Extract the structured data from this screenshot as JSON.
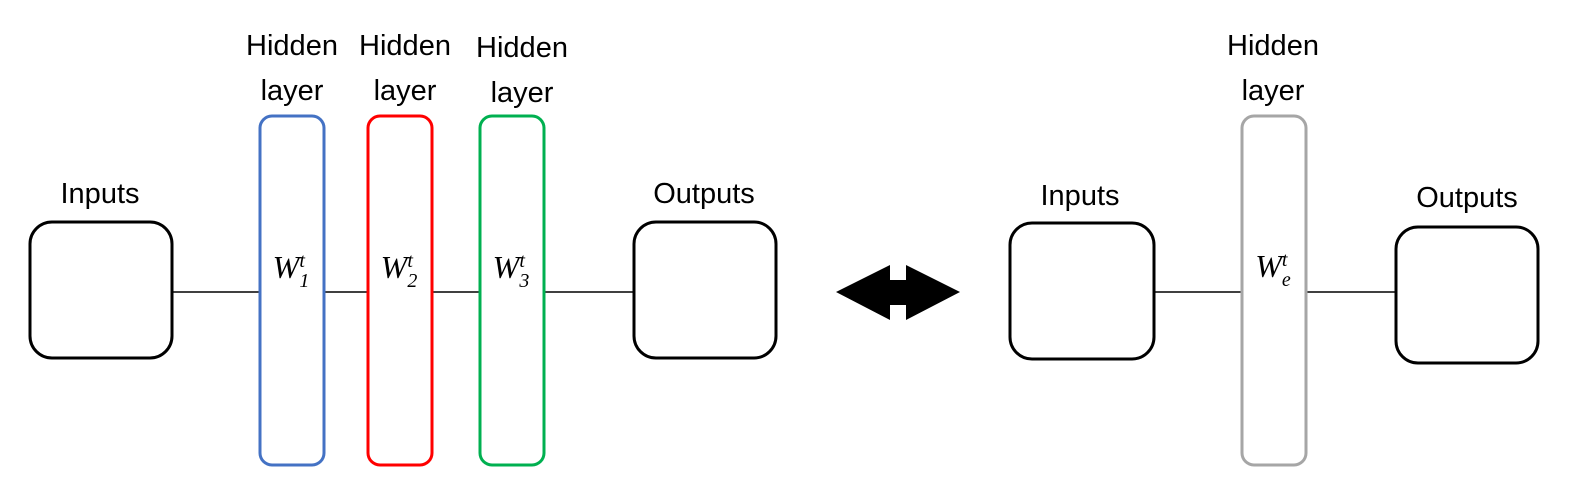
{
  "left": {
    "inputs_label": "Inputs",
    "outputs_label": "Outputs",
    "layers": [
      {
        "title_line1": "Hidden",
        "title_line2": "layer",
        "weight_base": "W",
        "weight_sup": "t",
        "weight_sub": "1",
        "color": "#4472c4"
      },
      {
        "title_line1": "Hidden",
        "title_line2": "layer",
        "weight_base": "W",
        "weight_sup": "t",
        "weight_sub": "2",
        "color": "#ff0000"
      },
      {
        "title_line1": "Hidden",
        "title_line2": "layer",
        "weight_base": "W",
        "weight_sup": "t",
        "weight_sub": "3",
        "color": "#00b050"
      }
    ]
  },
  "right": {
    "inputs_label": "Inputs",
    "outputs_label": "Outputs",
    "layer": {
      "title_line1": "Hidden",
      "title_line2": "layer",
      "weight_base": "W",
      "weight_sup": "t",
      "weight_sub": "e",
      "color": "#a6a6a6"
    }
  },
  "arrow_icon": "double-arrow-icon"
}
